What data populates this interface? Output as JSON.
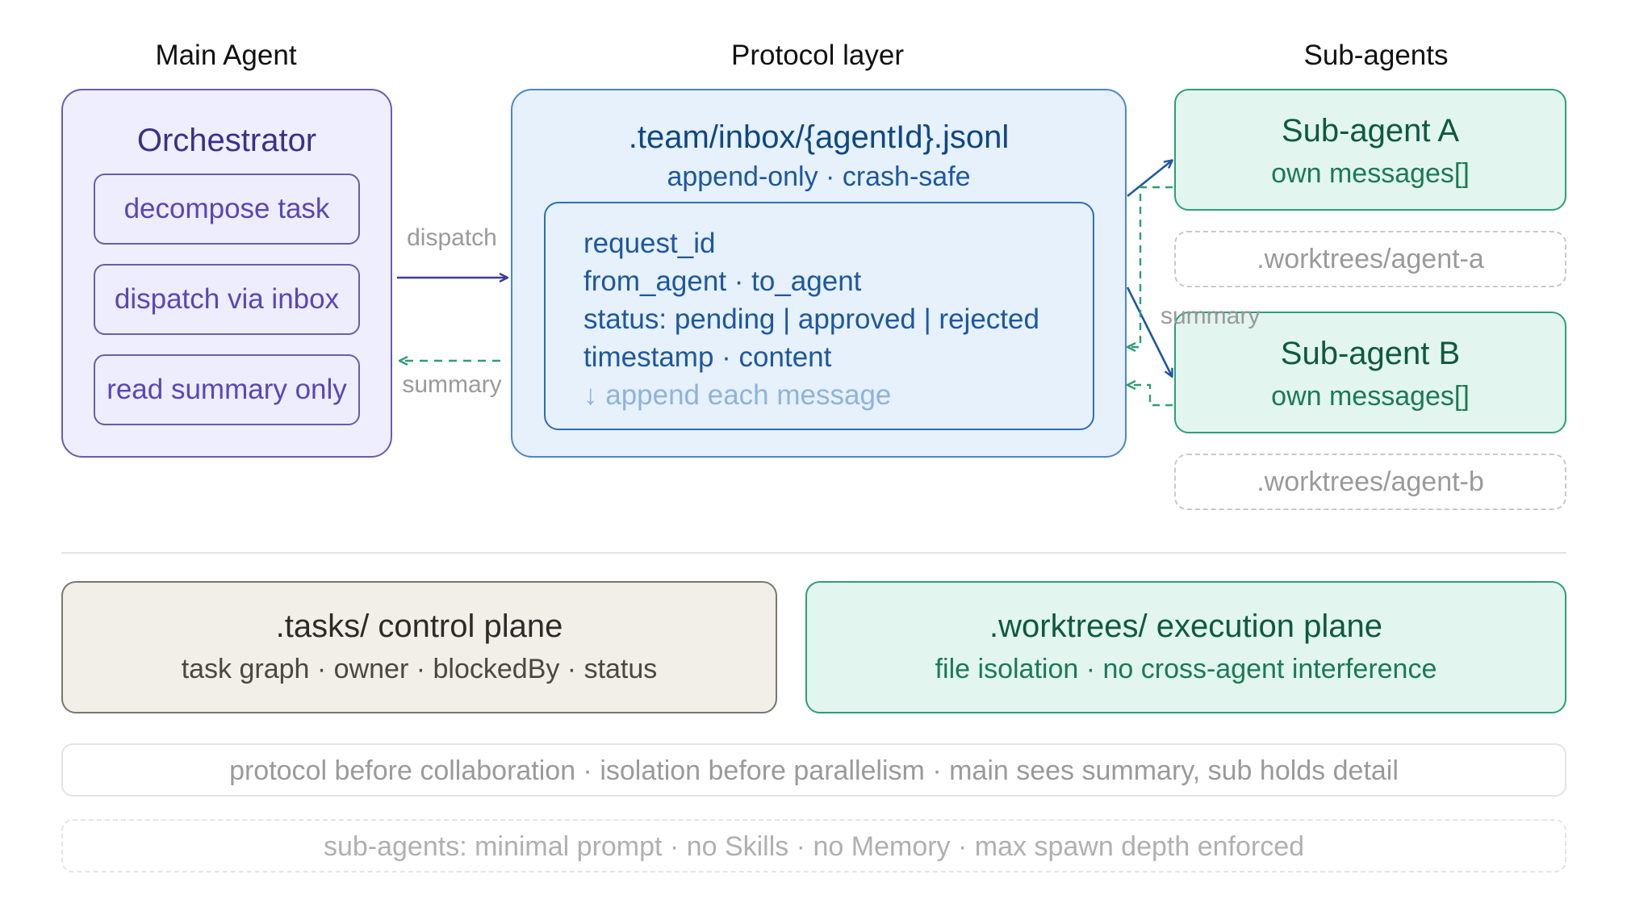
{
  "columns": {
    "main": "Main Agent",
    "protocol": "Protocol layer",
    "subs": "Sub-agents"
  },
  "orchestrator": {
    "title": "Orchestrator",
    "steps": [
      "decompose task",
      "dispatch via inbox",
      "read summary only"
    ]
  },
  "arrows": {
    "dispatch": "dispatch",
    "summary_left": "summary",
    "summary_right": "summary"
  },
  "inbox": {
    "title": ".team/inbox/{agentId}.jsonl",
    "subtitle": "append-only · crash-safe",
    "fields": [
      "request_id",
      "from_agent · to_agent",
      "status: pending | approved | rejected",
      "timestamp · content"
    ],
    "append_note": "↓ append each message"
  },
  "subagents": [
    {
      "title": "Sub-agent A",
      "subtitle": "own messages[]",
      "worktree": ".worktrees/agent-a"
    },
    {
      "title": "Sub-agent B",
      "subtitle": "own messages[]",
      "worktree": ".worktrees/agent-b"
    }
  ],
  "planes": {
    "control": {
      "title": ".tasks/ control plane",
      "subtitle": "task graph · owner · blockedBy · status"
    },
    "execution": {
      "title": ".worktrees/ execution plane",
      "subtitle": "file isolation · no cross-agent interference"
    }
  },
  "principles": "protocol before collaboration · isolation before parallelism · main sees summary, sub holds detail",
  "constraints": "sub-agents: minimal prompt · no Skills · no Memory · max spawn depth enforced",
  "colors": {
    "orchestrator_fill": "#efeefe",
    "orchestrator_border": "#6a5bb0",
    "orchestrator_text": "#3b2f8c",
    "inbox_fill": "#e6f1fb",
    "inbox_border": "#2f6db5",
    "inbox_text": "#0e4784",
    "sub_fill": "#e2f5ee",
    "sub_border": "#2e9f74",
    "sub_text": "#0d5a40",
    "control_fill": "#f1efe8",
    "control_border": "#7a776e",
    "dispatch_arrow": "#3c3a9c",
    "summary_arrow": "#2e9f74"
  }
}
